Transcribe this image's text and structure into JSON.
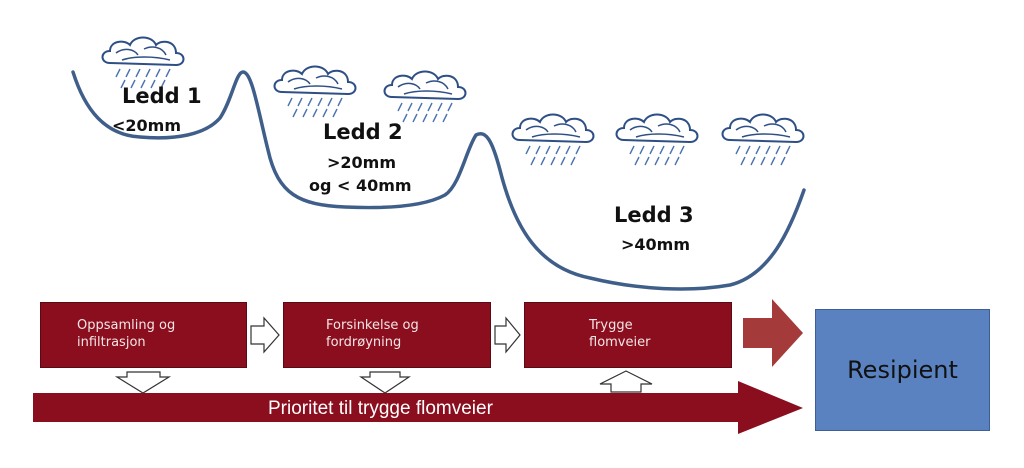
{
  "levels": [
    {
      "title": "Ledd 1",
      "range": "<20mm"
    },
    {
      "title": "Ledd 2",
      "range_line1": ">20mm",
      "range_line2": "og < 40mm"
    },
    {
      "title": "Ledd 3",
      "range": ">40mm"
    }
  ],
  "steps": [
    {
      "line1": "Oppsamling og",
      "line2": "infiltrasjon"
    },
    {
      "line1": "Forsinkelse og",
      "line2": "fordrøyning"
    },
    {
      "line1": "Trygge",
      "line2": "flomveier"
    }
  ],
  "recipient": "Resipient",
  "priority_arrow": "Prioritet til trygge flomveier",
  "colors": {
    "basin_line": "#3f5f8a",
    "step_box": "#8a0e1e",
    "priority_arrow": "#8a0e1e",
    "flow_arrow": "#a53a3a",
    "recipient_box": "#5b82c0",
    "cloud_outline": "#2e4f85",
    "rain": "#4a74b0"
  },
  "icons": [
    "rain-cloud-icon",
    "hollow-arrow-right-icon",
    "hollow-arrow-down-icon",
    "hollow-arrow-up-icon"
  ]
}
